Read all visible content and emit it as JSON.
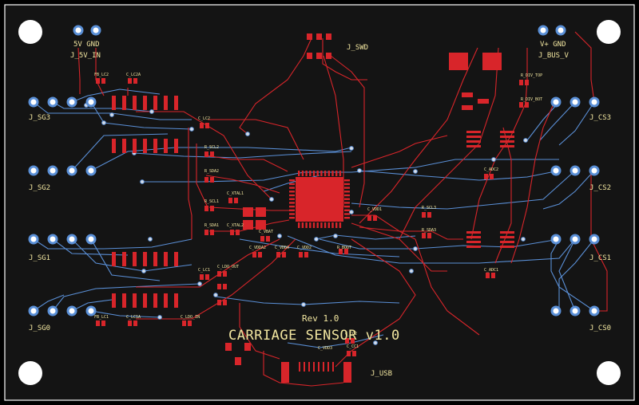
{
  "board": {
    "title": "CARRIAGE SENSOR v1.0",
    "revision": "Rev 1.0",
    "colors": {
      "board": "#141414",
      "copper_top": "#d8252a",
      "copper_bottom": "#5a8fd6",
      "silkscreen": "#f2e6a0",
      "pad": "#5a8fd6",
      "hole": "#ffffff"
    }
  },
  "connectors": {
    "j_5v_in": {
      "name": "J_5V_IN",
      "pin_labels": "5V GND"
    },
    "j_swd": {
      "name": "J_SWD"
    },
    "j_bus_v": {
      "name": "J_BUS_V",
      "pin_labels": "V+ GND"
    },
    "j_usb": {
      "name": "J_USB"
    },
    "j_sg3": {
      "name": "J_SG3"
    },
    "j_sg2": {
      "name": "J_SG2"
    },
    "j_sg1": {
      "name": "J_SG1"
    },
    "j_sg0": {
      "name": "J_SG0"
    },
    "j_cs3": {
      "name": "J_CS3"
    },
    "j_cs2": {
      "name": "J_CS2"
    },
    "j_cs1": {
      "name": "J_CS1"
    },
    "j_cs0": {
      "name": "J_CS0"
    }
  },
  "components": {
    "fb_lc2": "FB_LC2",
    "c_lc2a": "C_LC2A",
    "c_lc2": "C_LC2",
    "r_scl2": "R_SCL2",
    "r_sda2": "R_SDA2",
    "c_xtal1": "C_XTAL1",
    "r_scl1": "R_SCL1",
    "r_sda1": "R_SDA1",
    "c_xtal2": "C_XTAL2",
    "c_vbat": "C_VBAT",
    "c_vdda2": "C_VDDA2",
    "c_vdda": "C_VDDA",
    "c_vdd2": "C_VDD2",
    "r_boot": "R_BOOT",
    "c_vdd1": "C_VDD1",
    "c_lc1": "C_LC1",
    "c_ldo_out": "C_LDO_OUT",
    "fb_lc1": "FB_LC1",
    "c_lc1a": "C_LC1A",
    "c_ldo_in": "C_LDO_IN",
    "c_vdd3": "C_VDD3",
    "r_div_top": "R_DIV_TOP",
    "r_div_bot": "R_DIV_BOT",
    "c_adc2": "C_ADC2",
    "r_scl3": "R_SCL3",
    "r_sda3": "R_SDA3",
    "c_adc1": "C_ADC1",
    "c_cc2": "C_CC2",
    "c_cc1": "C_CC1"
  }
}
